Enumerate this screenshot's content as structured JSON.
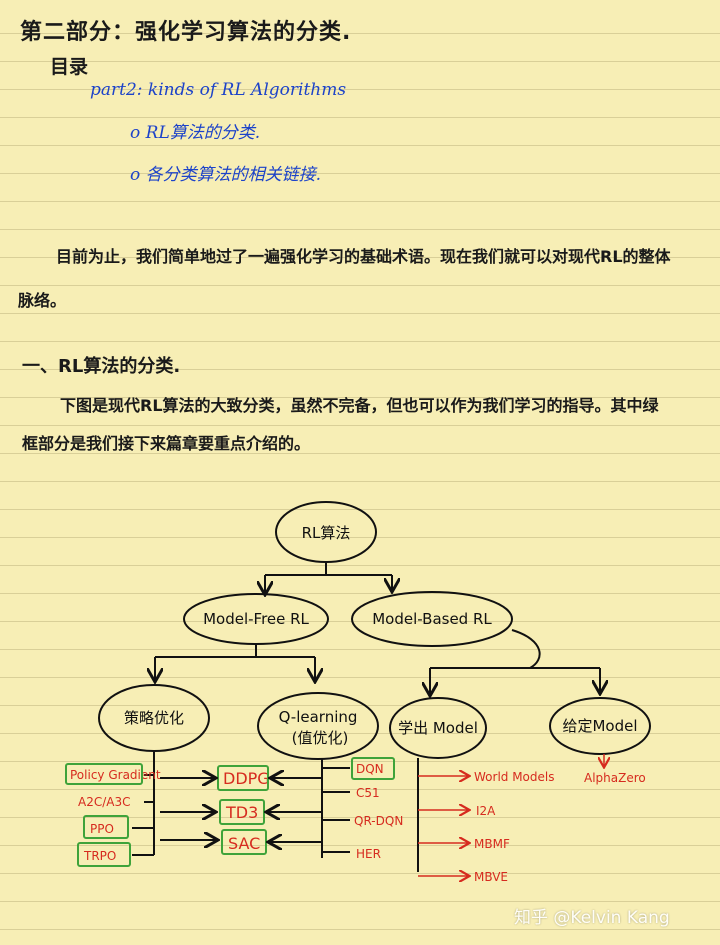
{
  "title": "第二部分：强化学习算法的分类.",
  "toc": {
    "heading": "目录",
    "part": "part2: kinds of RL Algorithms",
    "items": [
      "o  RL算法的分类.",
      "o  各分类算法的相关链接."
    ]
  },
  "intro": {
    "line1": "目前为止，我们简单地过了一遍强化学习的基础术语。现在我们就可以对现代RL的整体",
    "line2": "脉络。"
  },
  "section1": {
    "heading": "一、RL算法的分类.",
    "line1": "下图是现代RL算法的大致分类，虽然不完备，但也可以作为我们学习的指导。其中绿",
    "line2": "框部分是我们接下来篇章要重点介绍的。"
  },
  "diagram": {
    "root": "RL算法",
    "model_free": "Model-Free RL",
    "model_based": "Model-Based RL",
    "policy_opt": "策略优化",
    "q_learning": "Q-learning",
    "q_learning_sub": "(值优化)",
    "learn_model": "学出 Model",
    "given_model": "给定Model",
    "policy_leaves": [
      "Policy Gradient",
      "A2C/A3C",
      "PPO",
      "TRPO"
    ],
    "hybrid_leaves": [
      "DDPG",
      "TD3",
      "SAC"
    ],
    "q_leaves": [
      "DQN",
      "C51",
      "QR-DQN",
      "HER"
    ],
    "learn_leaves": [
      "World Models",
      "I2A",
      "MBMF",
      "MBVE"
    ],
    "given_leaves": [
      "AlphaZero"
    ]
  },
  "watermark": "知乎 @Kelvin Kang",
  "colors": {
    "paper": "#f7eeb5",
    "ink": "#111111",
    "blue": "#1d43c9",
    "red": "#d62b1f",
    "green": "#3fa33a"
  }
}
